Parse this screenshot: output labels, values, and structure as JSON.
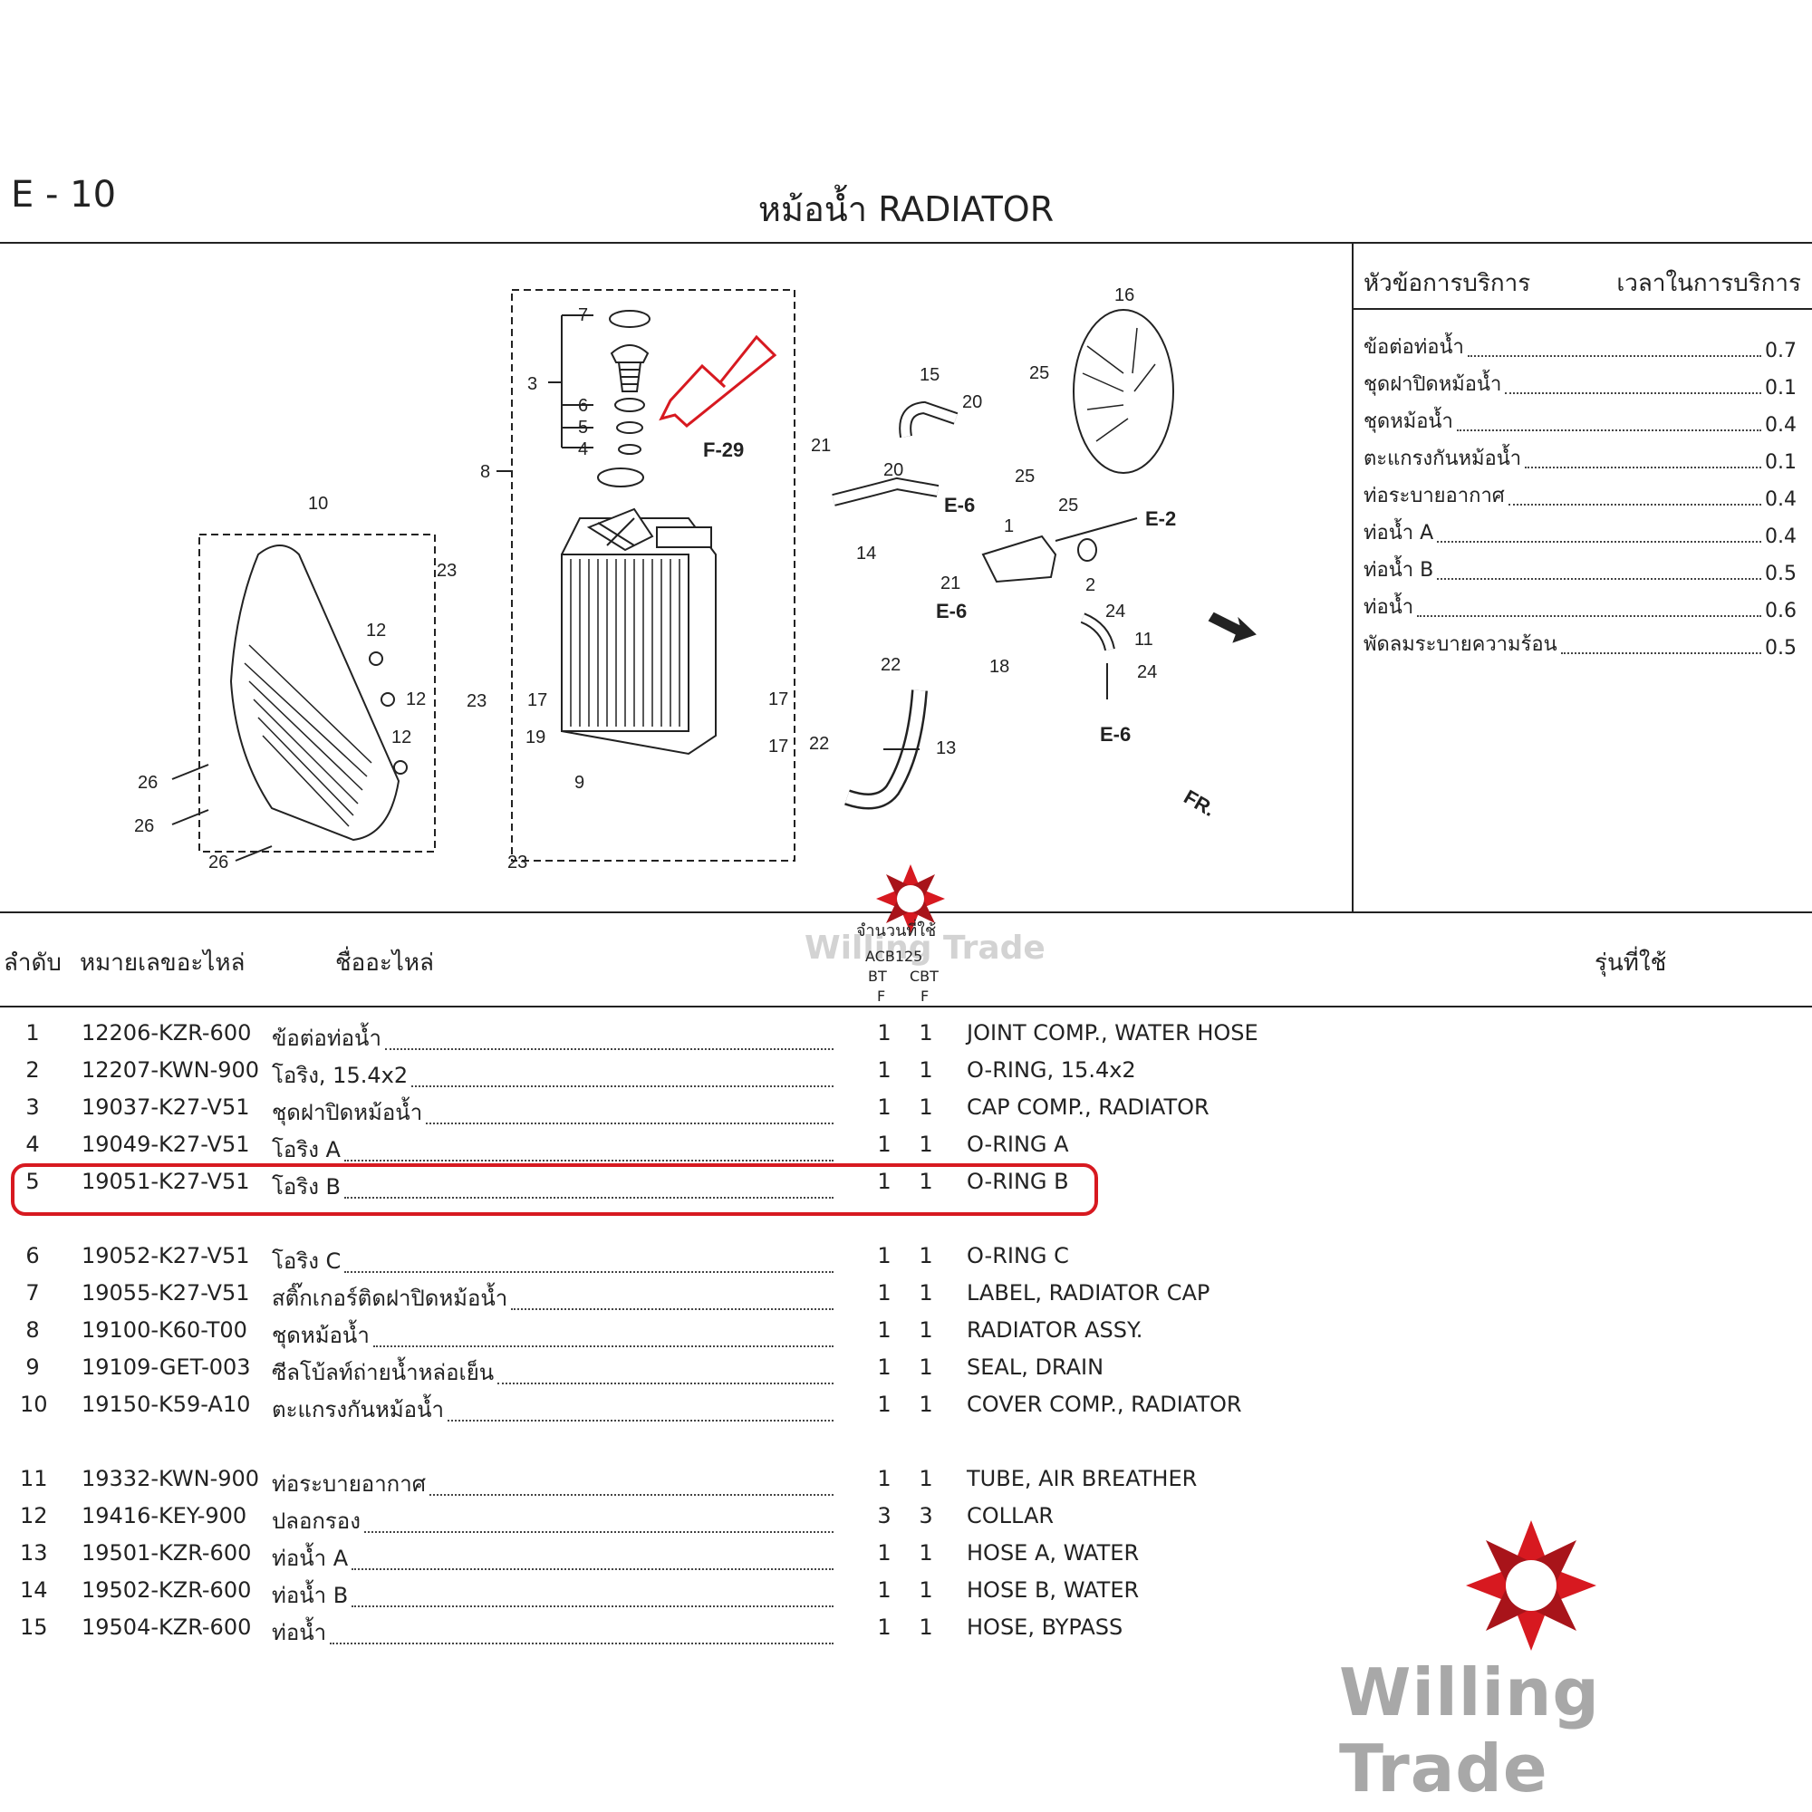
{
  "header": {
    "section_code": "E - 10",
    "title": "หม้อน้ำ  RADIATOR"
  },
  "diagram": {
    "callouts": [
      "1",
      "2",
      "3",
      "4",
      "5",
      "6",
      "7",
      "8",
      "9",
      "10",
      "11",
      "12",
      "13",
      "14",
      "15",
      "16",
      "17",
      "18",
      "19",
      "20",
      "21",
      "22",
      "23",
      "24",
      "25",
      "26"
    ],
    "refs": [
      "F-29",
      "E-6",
      "E-2",
      "FR."
    ]
  },
  "service": {
    "head_left": "หัวข้อการบริการ",
    "head_right": "เวลาในการบริการ",
    "items": [
      {
        "label": "ข้อต่อท่อน้ำ",
        "time": "0.7"
      },
      {
        "label": "ชุดฝาปิดหม้อน้ำ",
        "time": "0.1"
      },
      {
        "label": "ชุดหม้อน้ำ",
        "time": "0.4"
      },
      {
        "label": "ตะแกรงกันหม้อน้ำ",
        "time": "0.1"
      },
      {
        "label": "ท่อระบายอากาศ",
        "time": "0.4"
      },
      {
        "label": "ท่อน้ำ A",
        "time": "0.4"
      },
      {
        "label": "ท่อน้ำ B",
        "time": "0.5"
      },
      {
        "label": "ท่อน้ำ",
        "time": "0.6"
      },
      {
        "label": "พัดลมระบายความร้อน",
        "time": "0.5"
      }
    ]
  },
  "table": {
    "headers": {
      "no": "ลำดับ",
      "part": "หมายเลขอะไหล่",
      "name": "ชื่ออะไหล่",
      "qty": "จำนวนที่ใช้",
      "model": "ACB125",
      "bt": "BT",
      "cbt": "CBT",
      "f1": "F",
      "f2": "F",
      "use": "รุ่นที่ใช้"
    },
    "rows": [
      {
        "no": "1",
        "part": "12206-KZR-600",
        "th": "ข้อต่อท่อน้ำ",
        "q1": "1",
        "q2": "1",
        "en": "JOINT COMP., WATER HOSE"
      },
      {
        "no": "2",
        "part": "12207-KWN-900",
        "th": "โอริง, 15.4x2",
        "q1": "1",
        "q2": "1",
        "en": "O-RING, 15.4x2"
      },
      {
        "no": "3",
        "part": "19037-K27-V51",
        "th": "ชุดฝาปิดหม้อน้ำ",
        "q1": "1",
        "q2": "1",
        "en": "CAP COMP., RADIATOR"
      },
      {
        "no": "4",
        "part": "19049-K27-V51",
        "th": "โอริง A",
        "q1": "1",
        "q2": "1",
        "en": "O-RING A"
      },
      {
        "no": "5",
        "part": "19051-K27-V51",
        "th": "โอริง B",
        "q1": "1",
        "q2": "1",
        "en": "O-RING B"
      },
      {
        "no": "6",
        "part": "19052-K27-V51",
        "th": "โอริง C",
        "q1": "1",
        "q2": "1",
        "en": "O-RING C"
      },
      {
        "no": "7",
        "part": "19055-K27-V51",
        "th": "สติ๊กเกอร์ติดฝาปิดหม้อน้ำ",
        "q1": "1",
        "q2": "1",
        "en": "LABEL, RADIATOR CAP"
      },
      {
        "no": "8",
        "part": "19100-K60-T00",
        "th": "ชุดหม้อน้ำ",
        "q1": "1",
        "q2": "1",
        "en": "RADIATOR ASSY."
      },
      {
        "no": "9",
        "part": "19109-GET-003",
        "th": "ซีลโบ้ลท์ถ่ายน้ำหล่อเย็น",
        "q1": "1",
        "q2": "1",
        "en": "SEAL, DRAIN"
      },
      {
        "no": "10",
        "part": "19150-K59-A10",
        "th": "ตะแกรงกันหม้อน้ำ",
        "q1": "1",
        "q2": "1",
        "en": "COVER COMP., RADIATOR"
      },
      {
        "no": "11",
        "part": "19332-KWN-900",
        "th": "ท่อระบายอากาศ",
        "q1": "1",
        "q2": "1",
        "en": "TUBE, AIR BREATHER"
      },
      {
        "no": "12",
        "part": "19416-KEY-900",
        "th": "ปลอกรอง",
        "q1": "3",
        "q2": "3",
        "en": "COLLAR"
      },
      {
        "no": "13",
        "part": "19501-KZR-600",
        "th": "ท่อน้ำ A",
        "q1": "1",
        "q2": "1",
        "en": "HOSE A, WATER"
      },
      {
        "no": "14",
        "part": "19502-KZR-600",
        "th": "ท่อน้ำ B",
        "q1": "1",
        "q2": "1",
        "en": "HOSE B, WATER"
      },
      {
        "no": "15",
        "part": "19504-KZR-600",
        "th": "ท่อน้ำ",
        "q1": "1",
        "q2": "1",
        "en": "HOSE, BYPASS"
      }
    ]
  },
  "watermark": {
    "text": "Willing Trade",
    "brand_color": "#d71920"
  }
}
